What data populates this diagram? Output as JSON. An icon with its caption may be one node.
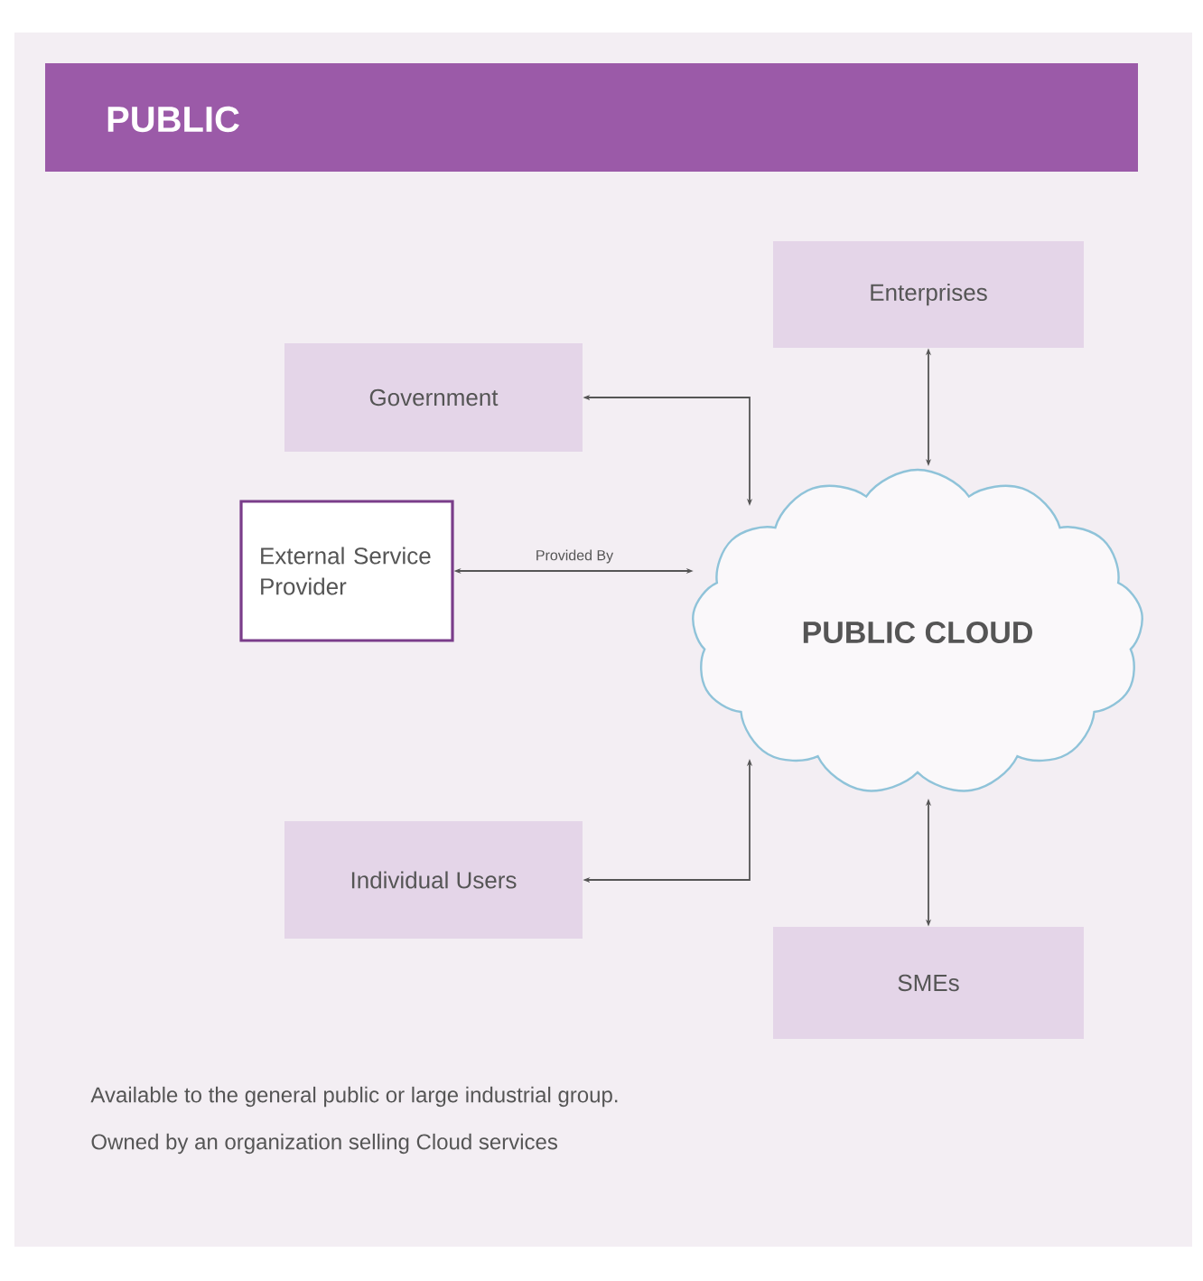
{
  "diagram": {
    "title": "PUBLIC",
    "nodes": [
      {
        "text": [
          "Enterprises"
        ]
      },
      {
        "text": [
          "Government"
        ]
      },
      {
        "text": [
          "External Service Provider"
        ]
      },
      {
        "text": [
          "PUBLIC CLOUD"
        ]
      },
      {
        "text": [
          "Individual Users"
        ]
      },
      {
        "text": [
          "SMEs"
        ]
      }
    ],
    "edges": [
      {
        "from": 1,
        "to": 3,
        "arrow": "both"
      },
      {
        "from": 0,
        "to": 3,
        "arrow": "both"
      },
      {
        "from": 2,
        "to": 3,
        "arrow": "both",
        "label": "Provided By"
      },
      {
        "from": 4,
        "to": 3,
        "arrow": "both"
      },
      {
        "from": 5,
        "to": 3,
        "arrow": "both"
      }
    ],
    "labels": [
      "Available to the general public or large industrial group.",
      "Owned by an organization selling Cloud services"
    ]
  }
}
